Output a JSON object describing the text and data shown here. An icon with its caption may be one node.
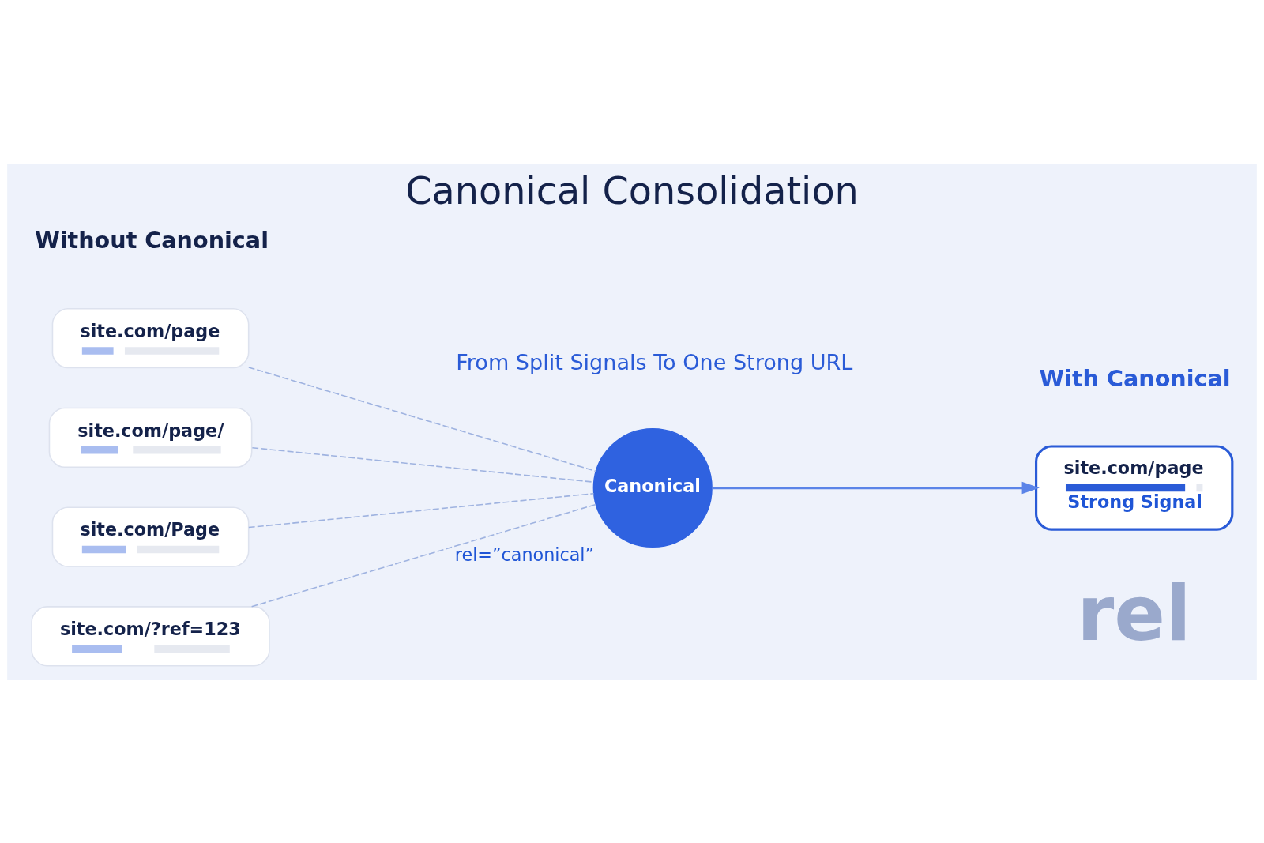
{
  "diagram": {
    "title": "Canonical Consolidation",
    "nodes": [
      {
        "text": [
          "site.com/page"
        ]
      },
      {
        "text": [
          "site.com/page/"
        ]
      },
      {
        "text": [
          "site.com/Page"
        ]
      },
      {
        "text": [
          "site.com/?ref=123"
        ]
      },
      {
        "text": [
          "Canonical"
        ],
        "beside": [
          "rel=”canonical”"
        ]
      },
      {
        "text": [
          "site.com/page",
          "Strong Signal"
        ]
      }
    ],
    "edges": [
      {
        "from": 0,
        "to": 4,
        "arrow": "none",
        "style": "dashed"
      },
      {
        "from": 1,
        "to": 4,
        "arrow": "none",
        "style": "dashed"
      },
      {
        "from": 2,
        "to": 4,
        "arrow": "none",
        "style": "dashed"
      },
      {
        "from": 3,
        "to": 4,
        "arrow": "none",
        "style": "dashed"
      },
      {
        "from": 4,
        "to": 5,
        "arrow": "to"
      }
    ],
    "labels": [
      "From Split Signals To One Strong URL",
      "Without Canonical",
      "With Canonical",
      "rel"
    ]
  }
}
